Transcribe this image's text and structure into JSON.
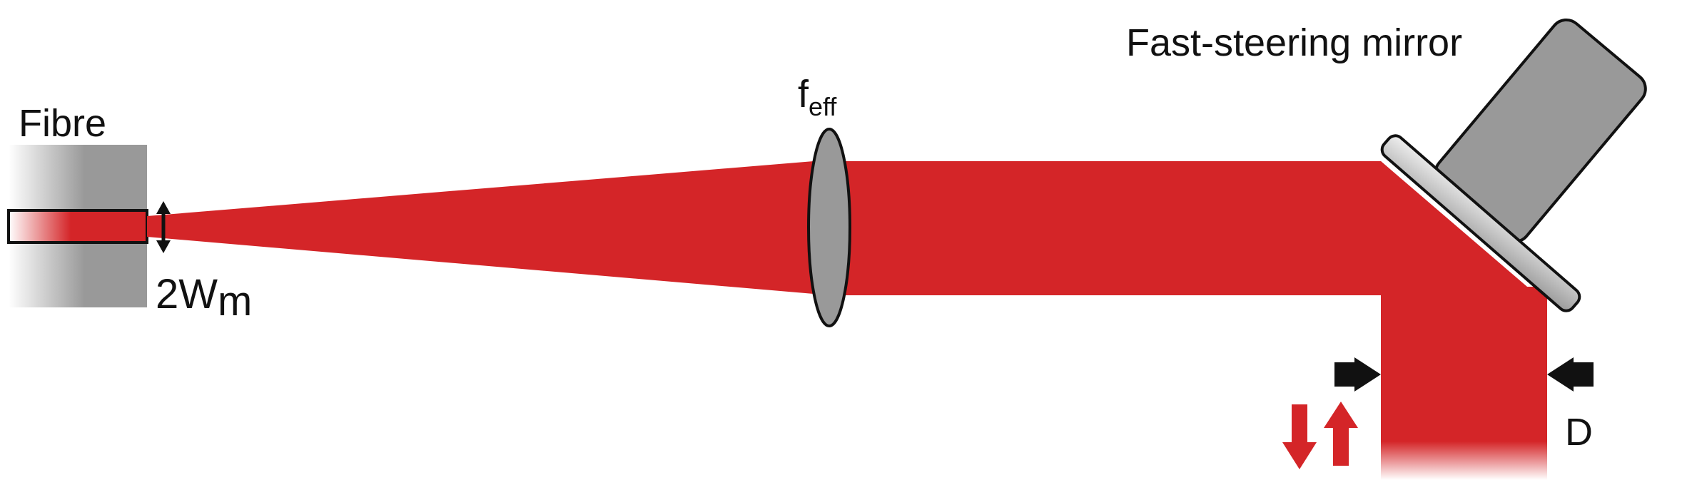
{
  "labels": {
    "fibre": "Fibre",
    "mode_field": "2W",
    "mode_field_sub": "m",
    "lens": "f",
    "lens_sub": "eff",
    "mirror": "Fast-steering mirror",
    "beam_diameter": "D"
  },
  "colors": {
    "beam": "#d42528",
    "component": "#999999",
    "mirror_light": "#e6e6e6",
    "mirror_dark": "#b5b5b5",
    "arrow": "#111111",
    "direction_arrow": "#d42528"
  }
}
